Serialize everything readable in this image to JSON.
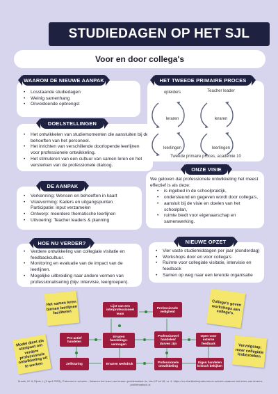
{
  "title": "STUDIEDAGEN OP HET SJL",
  "subtitle": "Voor en door collega's",
  "waarom": {
    "heading": "WAAROM DE NIEUWE AANPAK",
    "items": [
      "Losstaande studiedagen",
      "Weinig samenhang",
      "Onvoldoende opbrengst"
    ]
  },
  "doel": {
    "heading": "DOELSTELLINGEN",
    "items": [
      "Het ontwikkelen van studiemomenten die aansluiten bij de behoeften van het personeel.",
      "Het inrichten van verschillende doorlopende leerlijnen voor professionele ontwikkeling.",
      "Het stimuleren van een cultuur van samen leren en het versterken van de professionele dialoog."
    ]
  },
  "proces": {
    "heading": "HET TWEEDE PRIMAIRE PROCES",
    "left": [
      "opleiders",
      "leraren",
      "leerlingen"
    ],
    "right": [
      "Teacher leader",
      "leraren",
      "leerlingen"
    ],
    "caption": "Tweede primaire proces, academie 10"
  },
  "visie": {
    "heading": "ONZE VISIE",
    "intro": "We geloven dat professionele ontwikkeling het meest effectief is als deze:",
    "items": [
      "is ingebed in de schoolpraktijk,",
      "ondersteund en gegeven wordt door collega's,",
      "aansluit bij de visie en doelen van het schoolplan,",
      "ruimte biedt voor eigenaarschap en samenwerking."
    ]
  },
  "aanpak": {
    "heading": "DE AANPAK",
    "items": [
      "Verkenning: Wensen en behoeften in kaart",
      "Visievorming: Kaders en uitgangspunten Participatie: input verzamelen",
      "Ontwerp: meerdere thematische leerlijnen",
      "Uitvoering: Teacher leaders & planning"
    ]
  },
  "verder": {
    "heading": "HOE NU VERDER?",
    "items": [
      "Verdere ontwikkeling van collegiale visitatie en feedbackcultuur.",
      "Monitoring en evaluatie van de impact van de leerlijnen.",
      "Mogelijke uitbreiding naar andere vormen van professionalisering (bijv. intervisie, leergroepen)."
    ]
  },
  "opzet": {
    "heading": "NIEUWE OPZET",
    "items": [
      "Vier vaste studiemiddagen per jaar (donderdag)",
      "Workshops door en voor collega's",
      "Ruimte voor collegiale visitatie, intervisie en feedback",
      "Samen op weg naar een lerende organisatie"
    ]
  },
  "notes": {
    "samen": "Het samen leren binnen leerlijnen faciliteren",
    "colleges": "College's geven workshops aan college's.",
    "model": "Model dient als startpunt om verdere professionele ontwikkeling uit te werken",
    "vervolg": "Vervolgstap: meer collegiale lesbezoeken"
  },
  "flow": {
    "b1": "Lijst van een interprofessioneel team",
    "b2": "Professionele veiligheid",
    "b3": "Pro-actief handelen",
    "b4": "Ervaren handelings-vermogen",
    "b5": "Professioneel handelen/ durven zijn",
    "b6": "Open voor externe feedback",
    "b7": "Zelfsturing",
    "b8": "Ervaren werkdruk",
    "b9": "Professionele ontwikkeling",
    "b10": "Eigen handelen kritisch bekijken"
  },
  "reference": "Snoek, M. & Cijvat, I. (3 april 2025). Patronen in scholen - Waarom het leren van leraren problematisch is. Van 12 tot 18, nr. 4. https://vo.nl/artikelen/patronen-in-scholen-waarom-het-leren-van-leraren-problematisch-is",
  "colors": {
    "navy": "#1f2140",
    "bg": "#d7d5ee",
    "red": "#9e1b3d",
    "note": "#f5e76b",
    "green": "#2e8b3c"
  }
}
